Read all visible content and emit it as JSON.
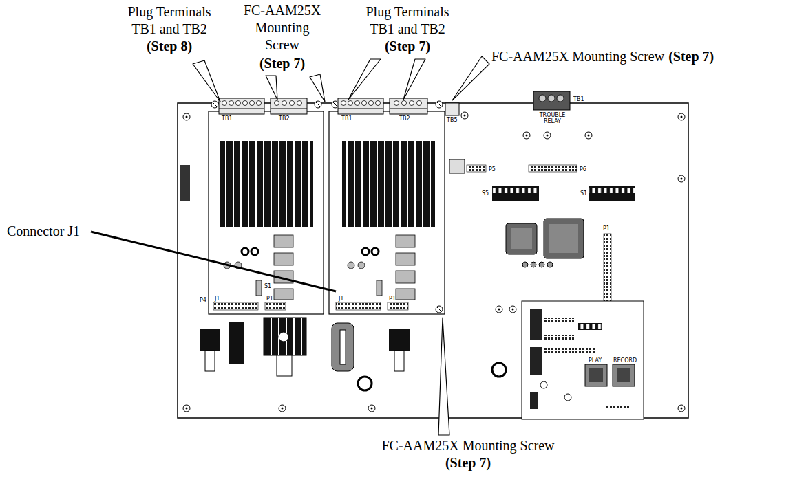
{
  "diagram": {
    "labels": [
      "Plug Terminals TB1 and TB2",
      "(Step 8)",
      "FC-AAM25X Mounting Screw",
      "(Step 7)",
      "Plug Terminals TB1 and TB2",
      "(Step 7)",
      "FC-AAM25X Mounting Screw",
      "(Step 7)",
      "Connector J1",
      "FC-AAM25X Mounting Screw",
      "(Step 7)",
      "TB1",
      "TB2",
      "TB1",
      "TB2",
      "TB5",
      "TB1",
      "TROUBLE RELAY",
      "P5",
      "P6",
      "S5",
      "S1",
      "S1",
      "J1",
      "P1",
      "J1",
      "P1",
      "P4",
      "P1",
      "PLAY",
      "RECORD"
    ]
  }
}
